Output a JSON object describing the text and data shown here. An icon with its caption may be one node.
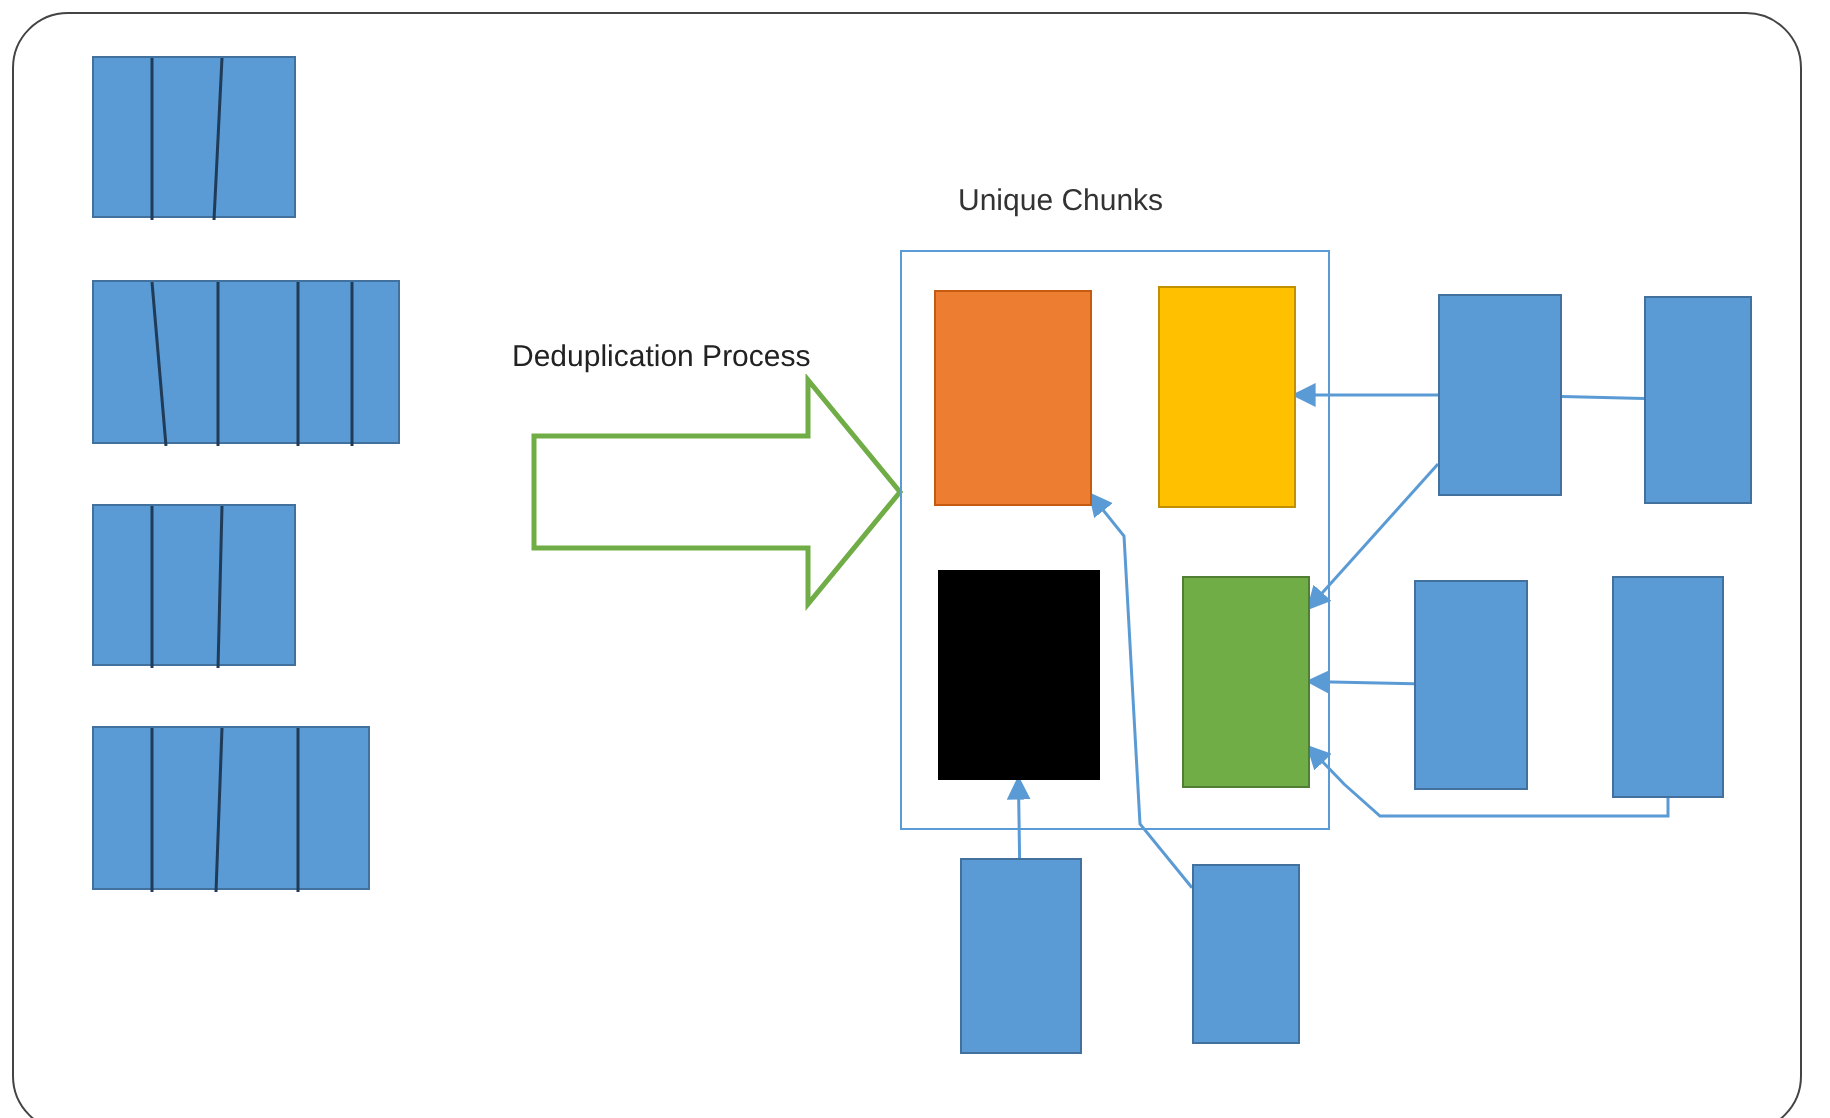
{
  "diagram": {
    "nodes": [
      {
        "text": [],
        "shape": "bar"
      },
      {
        "text": [],
        "shape": "bar"
      },
      {
        "text": [],
        "shape": "bar"
      },
      {
        "text": [],
        "shape": "bar"
      },
      {
        "text": [
          "Unique Chunks"
        ]
      },
      {
        "text": [],
        "shape": "box",
        "in": 4
      },
      {
        "text": [],
        "shape": "box",
        "in": 4
      },
      {
        "text": [],
        "shape": "box",
        "in": 4
      },
      {
        "text": [],
        "shape": "box",
        "in": 4
      },
      {
        "text": [],
        "shape": "box"
      },
      {
        "text": [],
        "shape": "box"
      },
      {
        "text": [],
        "shape": "box"
      },
      {
        "text": [],
        "shape": "box"
      },
      {
        "text": [],
        "shape": "box"
      },
      {
        "text": [],
        "shape": "box"
      }
    ],
    "edges": [
      {
        "from": null,
        "to": 4,
        "arrow": "to",
        "label": "Deduplication Process",
        "style": "thick",
        "color": "#70ad47"
      },
      {
        "from": 9,
        "to": 6,
        "arrow": "to"
      },
      {
        "from": 10,
        "to": 9,
        "arrow": "none"
      },
      {
        "from": 9,
        "to": 8,
        "arrow": "to"
      },
      {
        "from": 11,
        "to": 8,
        "arrow": "to"
      },
      {
        "from": 12,
        "to": 8,
        "arrow": "to"
      },
      {
        "from": 13,
        "to": 7,
        "arrow": "to"
      },
      {
        "from": 14,
        "to": 5,
        "arrow": "to"
      }
    ]
  }
}
